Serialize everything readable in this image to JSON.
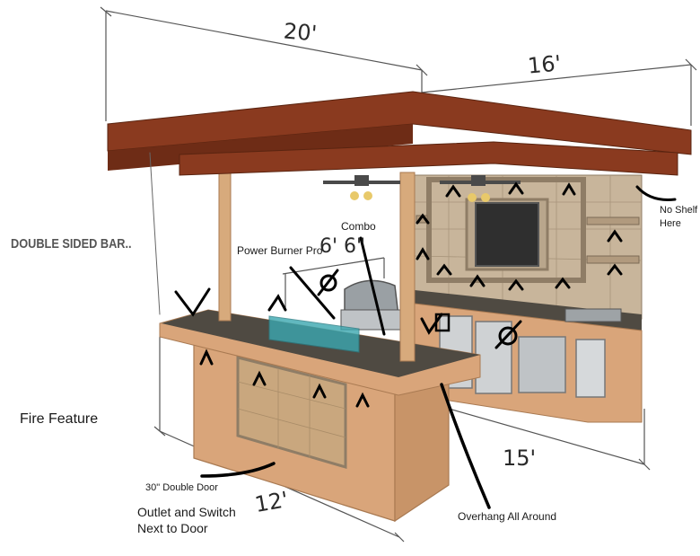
{
  "dimensions": {
    "top_length": "20'",
    "top_depth": "16'",
    "bar_height": "6' 6\"",
    "bar_length": "12'",
    "kitchen_length": "15'"
  },
  "labels": {
    "double_sided_bar": "DOUBLE SIDED BAR..",
    "power_burner": "Power Burner Pro",
    "combo": "Combo",
    "no_shelf_line1": "No Shelf",
    "no_shelf_line2": "Here",
    "fire_feature": "Fire Feature",
    "double_door": "30\" Double Door",
    "outlet_line1": "Outlet and Switch",
    "outlet_line2": "Next to Door",
    "overhang": "Overhang All Around"
  },
  "colors": {
    "roof": "#8a3a1f",
    "roof_dark": "#6e2c16",
    "post": "#d7aa7c",
    "counter": "#4f4a42",
    "base": "#d9a57a",
    "stone": "#c8b59b",
    "glass": "#3aa7b0",
    "steel": "#bfc3c6"
  }
}
